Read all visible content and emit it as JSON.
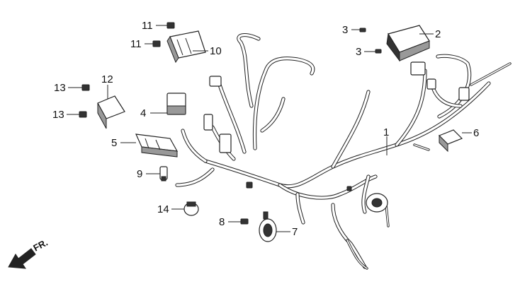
{
  "callouts": [
    {
      "id": "c1",
      "label": "1"
    },
    {
      "id": "c2",
      "label": "2"
    },
    {
      "id": "c3a",
      "label": "3"
    },
    {
      "id": "c3b",
      "label": "3"
    },
    {
      "id": "c4",
      "label": "4"
    },
    {
      "id": "c5",
      "label": "5"
    },
    {
      "id": "c6",
      "label": "6"
    },
    {
      "id": "c7",
      "label": "7"
    },
    {
      "id": "c8",
      "label": "8"
    },
    {
      "id": "c9",
      "label": "9"
    },
    {
      "id": "c10",
      "label": "10"
    },
    {
      "id": "c11a",
      "label": "11"
    },
    {
      "id": "c11b",
      "label": "11"
    },
    {
      "id": "c12",
      "label": "12"
    },
    {
      "id": "c13a",
      "label": "13"
    },
    {
      "id": "c13b",
      "label": "13"
    },
    {
      "id": "c14",
      "label": "14"
    }
  ],
  "direction_label": "FR.",
  "colors": {
    "ink": "#222222",
    "background": "#ffffff",
    "part_fill": "#ffffff",
    "dark_fill": "#333333"
  }
}
